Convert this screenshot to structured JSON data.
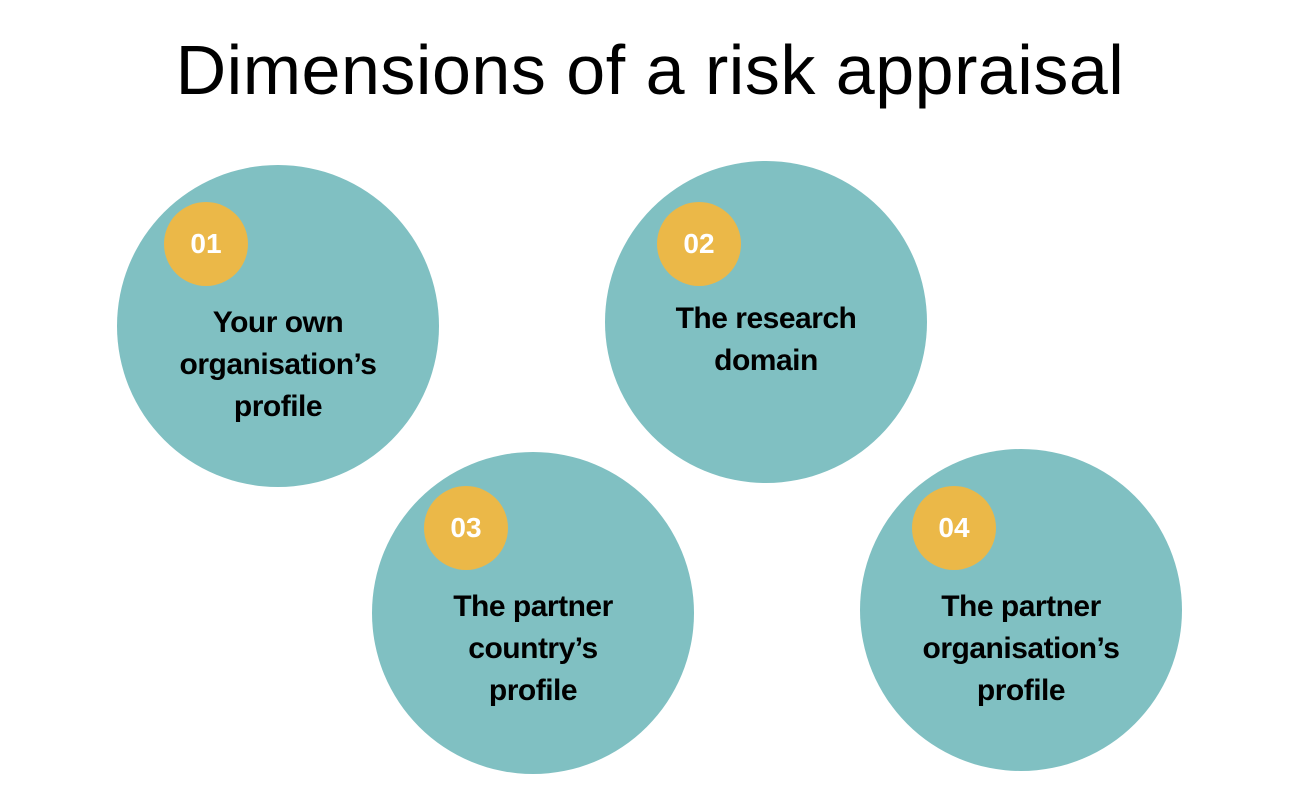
{
  "title": "Dimensions of a risk appraisal",
  "colors": {
    "circle": "#80C0C2",
    "badge": "#EBB848"
  },
  "items": [
    {
      "number": "01",
      "lines": [
        "Your own",
        "organisation’s",
        "profile"
      ]
    },
    {
      "number": "02",
      "lines": [
        "The research",
        "domain"
      ]
    },
    {
      "number": "03",
      "lines": [
        "The partner",
        "country’s",
        "profile"
      ]
    },
    {
      "number": "04",
      "lines": [
        "The partner",
        "organisation’s",
        "profile"
      ]
    }
  ]
}
